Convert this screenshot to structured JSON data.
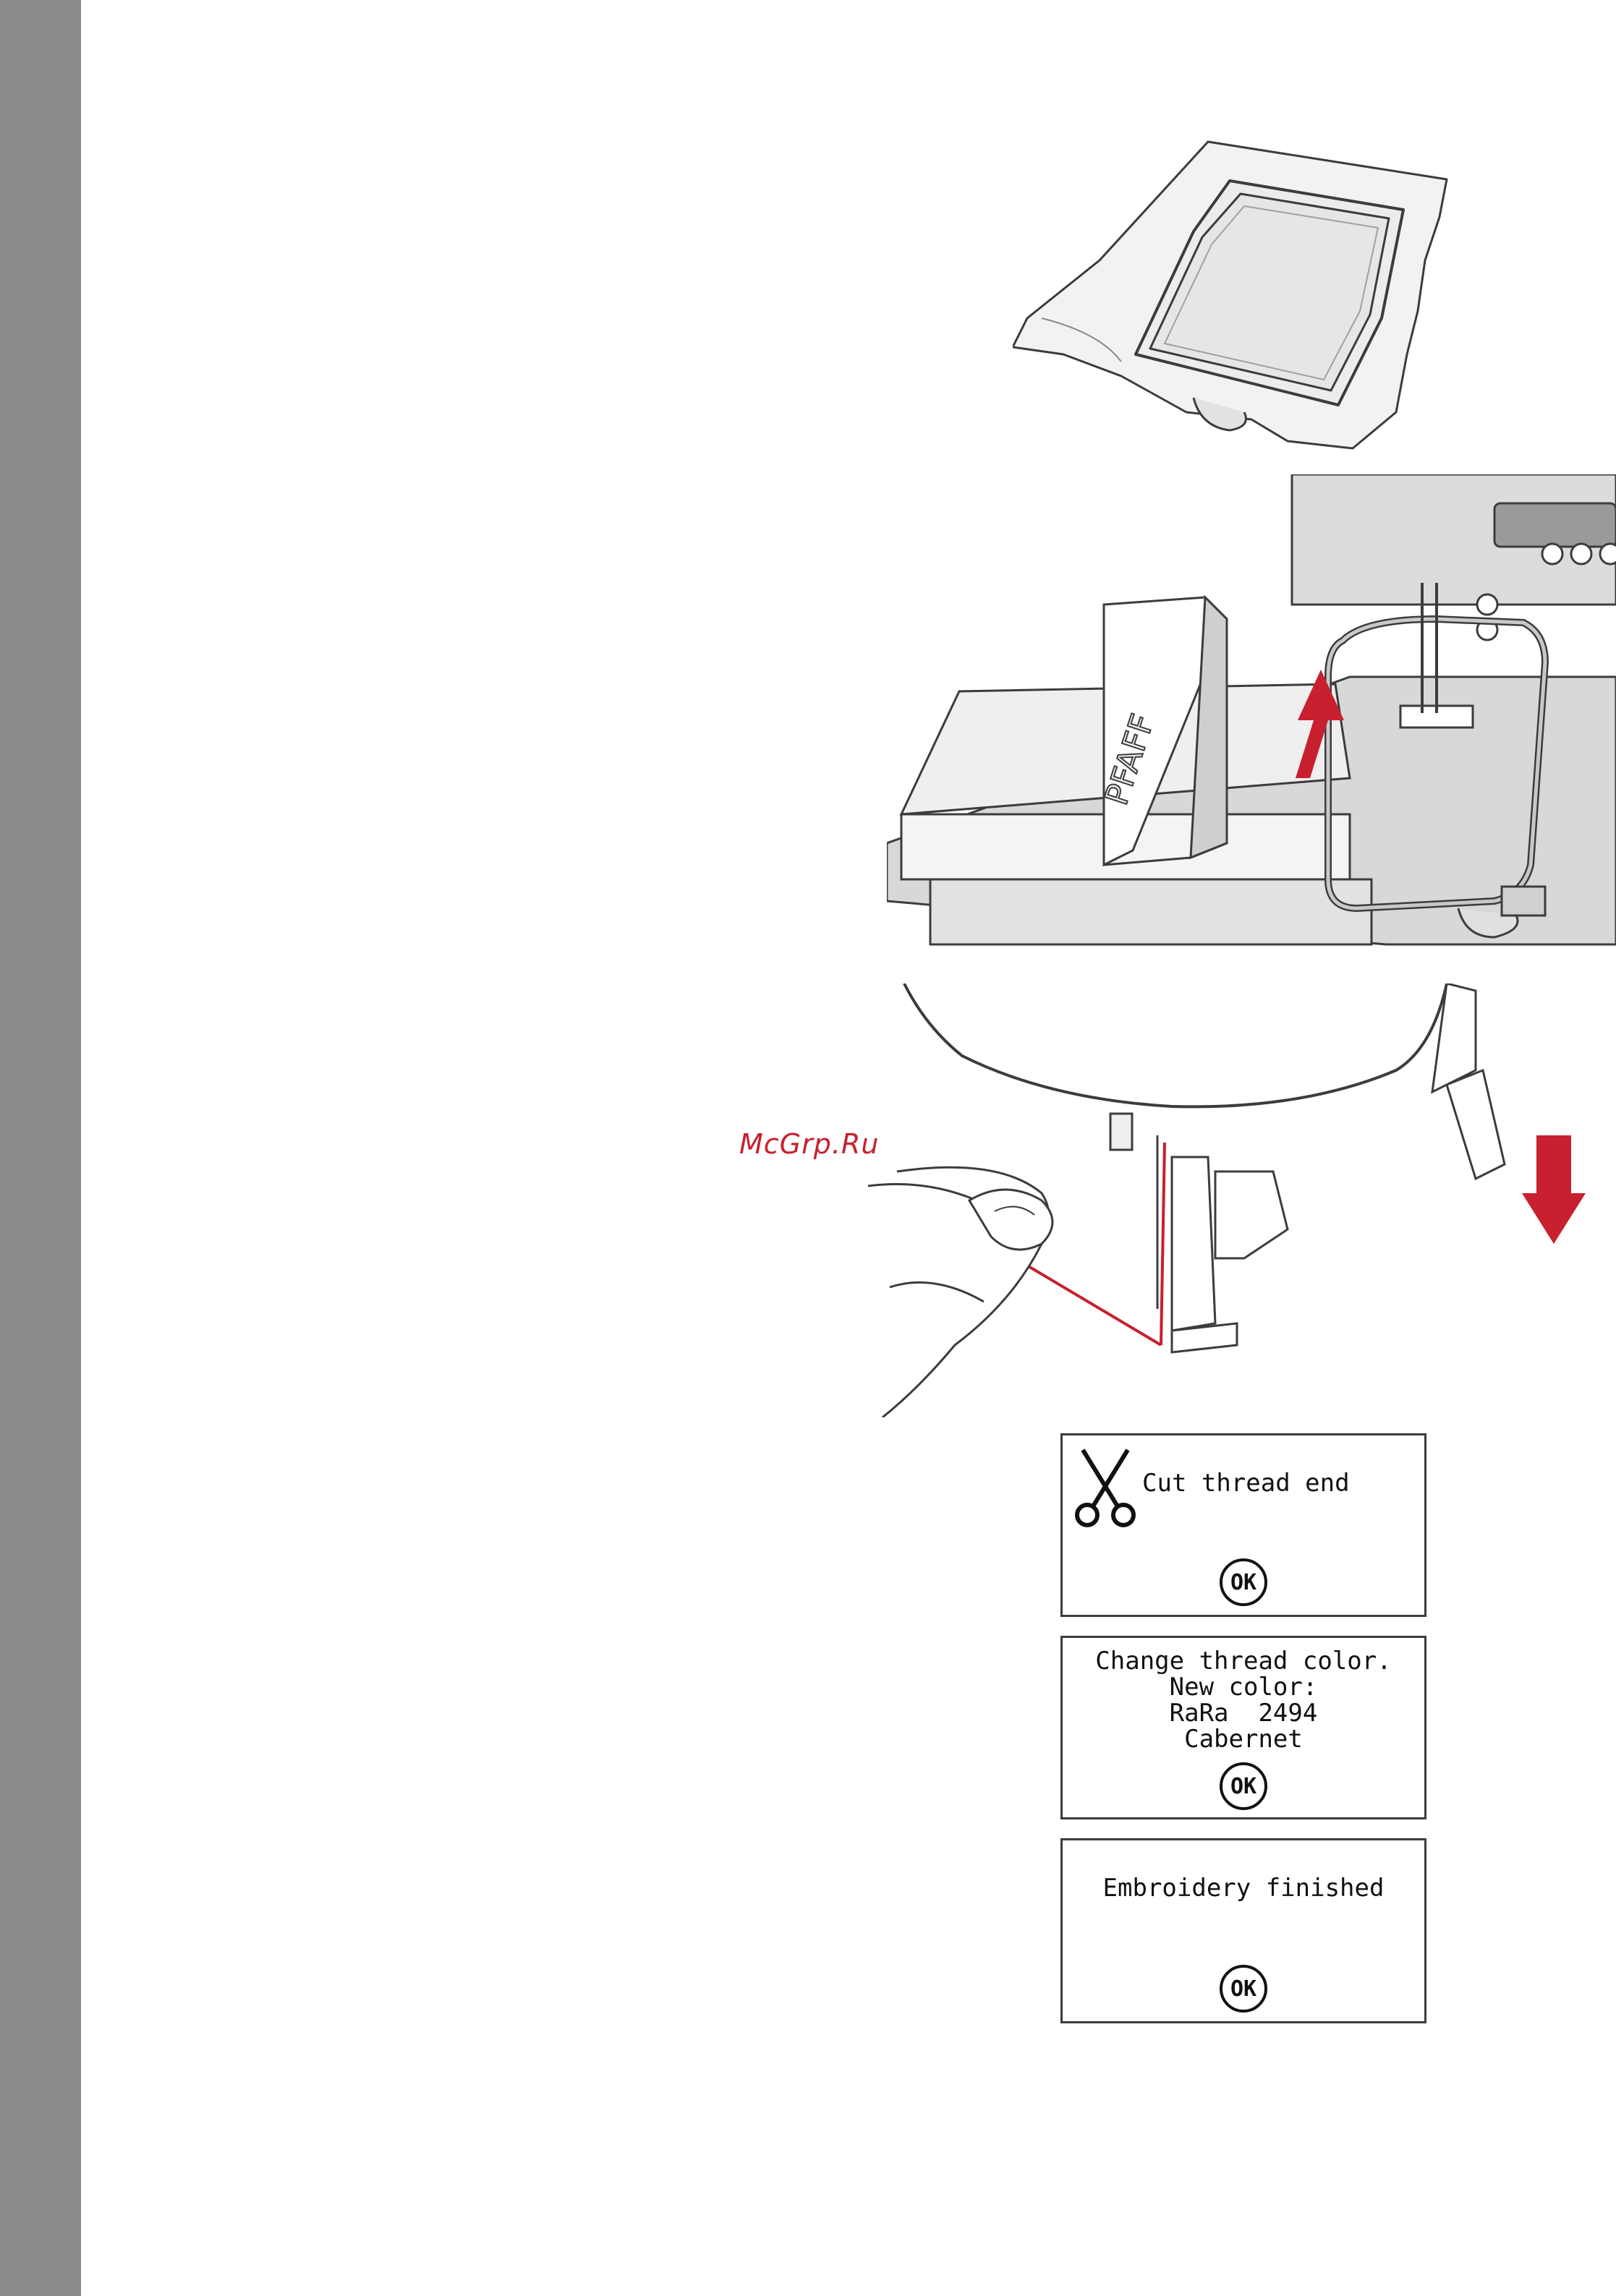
{
  "watermark": "McGrp.Ru",
  "screens": [
    {
      "lines": [
        "Cut thread end"
      ],
      "icon": "scissors-icon",
      "button": "OK"
    },
    {
      "lines": [
        "Change thread color.",
        "New color:",
        "RaRa  2494",
        "Cabernet"
      ],
      "button": "OK"
    },
    {
      "lines": [
        "Embroidery finished"
      ],
      "button": "OK"
    }
  ],
  "machine_brand": "PFAFF",
  "colors": {
    "accent_red": "#c8202e",
    "side_bar": "#8c8b8c",
    "line": "#3c3c3c"
  }
}
